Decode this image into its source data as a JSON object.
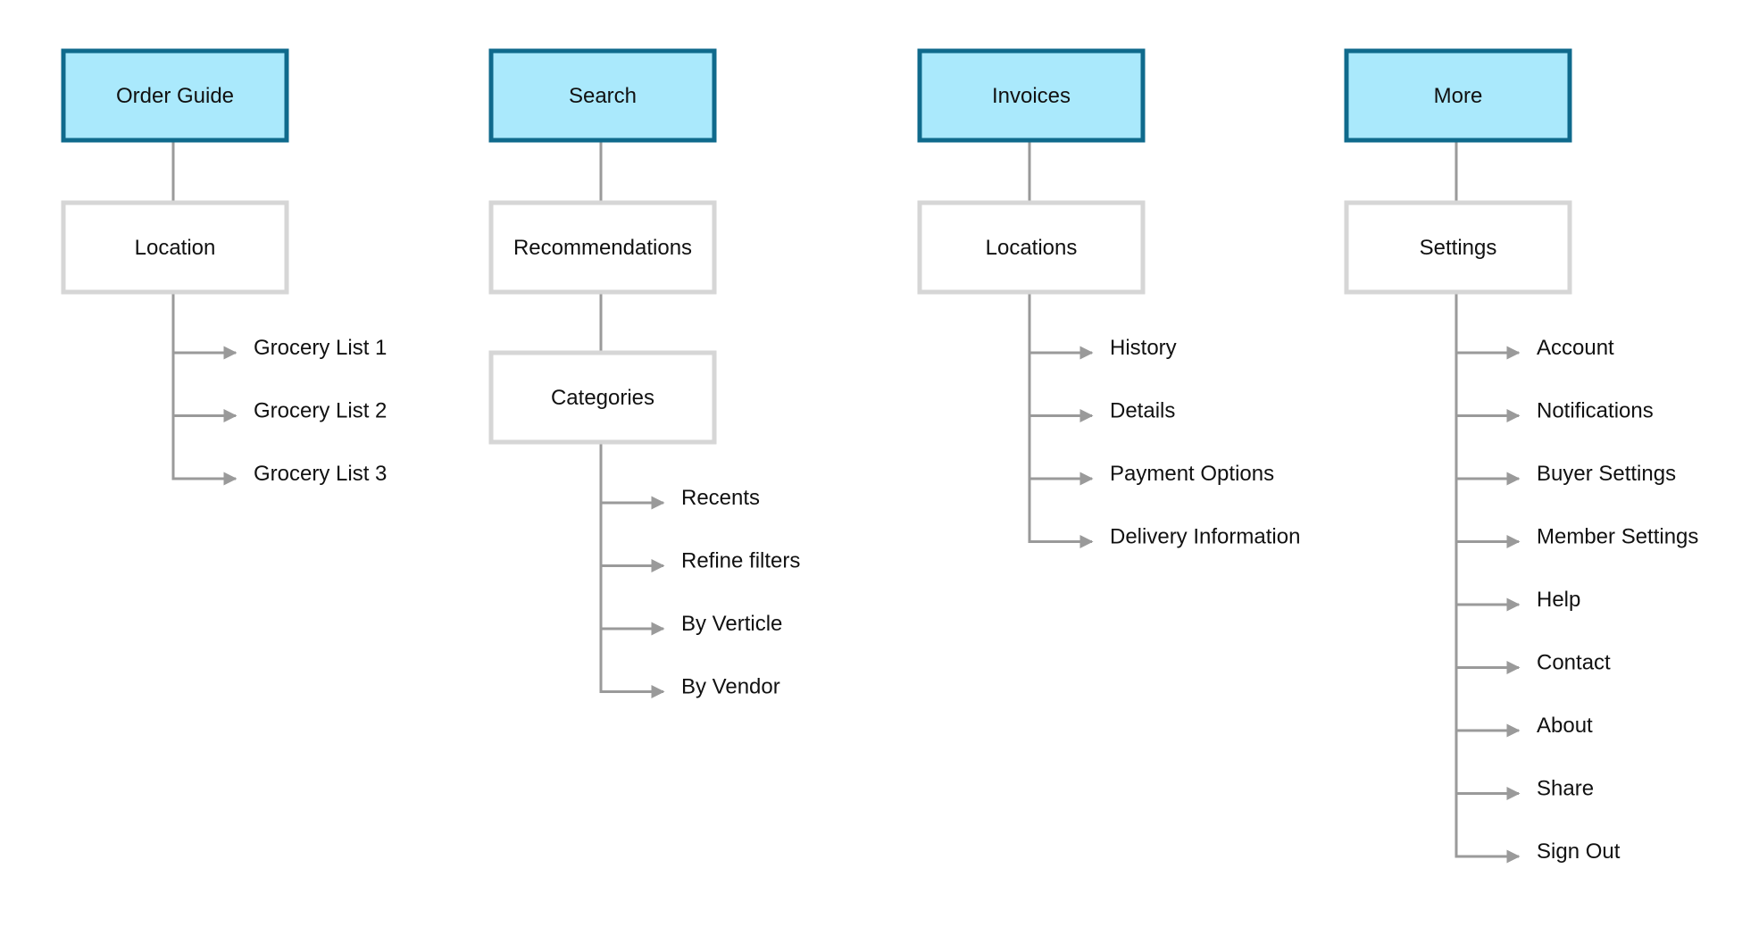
{
  "colors": {
    "primary_fill": "#aae9fc",
    "primary_stroke": "#0f6a8c",
    "secondary_fill": "#ffffff",
    "secondary_stroke": "#d6d6d6",
    "connector": "#9a9a9a",
    "text": "#111111"
  },
  "columns": [
    {
      "primary": "Order Guide",
      "secondary": [
        "Location"
      ],
      "leaves": [
        "Grocery List 1",
        "Grocery List 2",
        "Grocery List 3"
      ]
    },
    {
      "primary": "Search",
      "secondary": [
        "Recommendations",
        "Categories"
      ],
      "leaves": [
        "Recents",
        "Refine filters",
        "By Verticle",
        "By Vendor"
      ]
    },
    {
      "primary": "Invoices",
      "secondary": [
        "Locations"
      ],
      "leaves": [
        "History",
        "Details",
        "Payment Options",
        "Delivery Information"
      ]
    },
    {
      "primary": "More",
      "secondary": [
        "Settings"
      ],
      "leaves": [
        "Account",
        "Notifications",
        "Buyer Settings",
        "Member Settings",
        "Help",
        "Contact",
        "About",
        "Share",
        "Sign Out"
      ]
    }
  ]
}
